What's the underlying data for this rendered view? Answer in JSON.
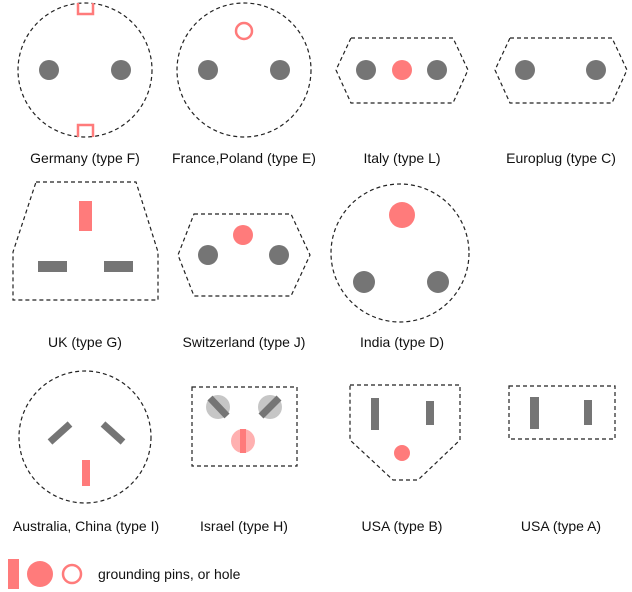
{
  "colors": {
    "outline": "#222222",
    "pin": "#757575",
    "grounding": "#ff7b7b",
    "pin_faded": "#c6c6c6",
    "grounding_faded": "#ffb0b0"
  },
  "plugs": [
    {
      "id": "F",
      "caption": "Germany (type F)"
    },
    {
      "id": "E",
      "caption": "France,Poland (type E)"
    },
    {
      "id": "L",
      "caption": "Italy (type L)"
    },
    {
      "id": "C",
      "caption": "Europlug (type C)"
    },
    {
      "id": "G",
      "caption": "UK (type G)"
    },
    {
      "id": "J",
      "caption": "Switzerland (type J)"
    },
    {
      "id": "D",
      "caption": "India (type D)"
    },
    {
      "id": "I",
      "caption": "Australia, China (type I)"
    },
    {
      "id": "H",
      "caption": "Israel (type H)"
    },
    {
      "id": "B",
      "caption": "USA (type B)"
    },
    {
      "id": "A",
      "caption": "USA (type A)"
    }
  ],
  "legend": {
    "text": "grounding pins, or hole"
  }
}
